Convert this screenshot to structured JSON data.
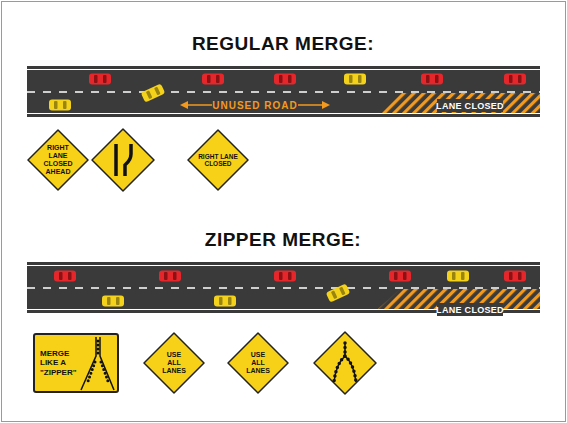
{
  "diagram": {
    "nodes": [
      {
        "text": [
          "RIGHT LANE CLOSED AHEAD"
        ]
      },
      {
        "text": [
          "RIGHT LANE CLOSED"
        ]
      },
      {
        "text": [
          "MERGE LIKE A \"ZIPPER\""
        ]
      },
      {
        "text": [
          "USE ALL LANES"
        ]
      },
      {
        "text": [
          "USE ALL LANES"
        ]
      }
    ],
    "labels": [
      "REGULAR MERGE:",
      "UNUSED ROAD",
      "LANE CLOSED",
      "ZIPPER MERGE:",
      "LANE CLOSED"
    ]
  }
}
